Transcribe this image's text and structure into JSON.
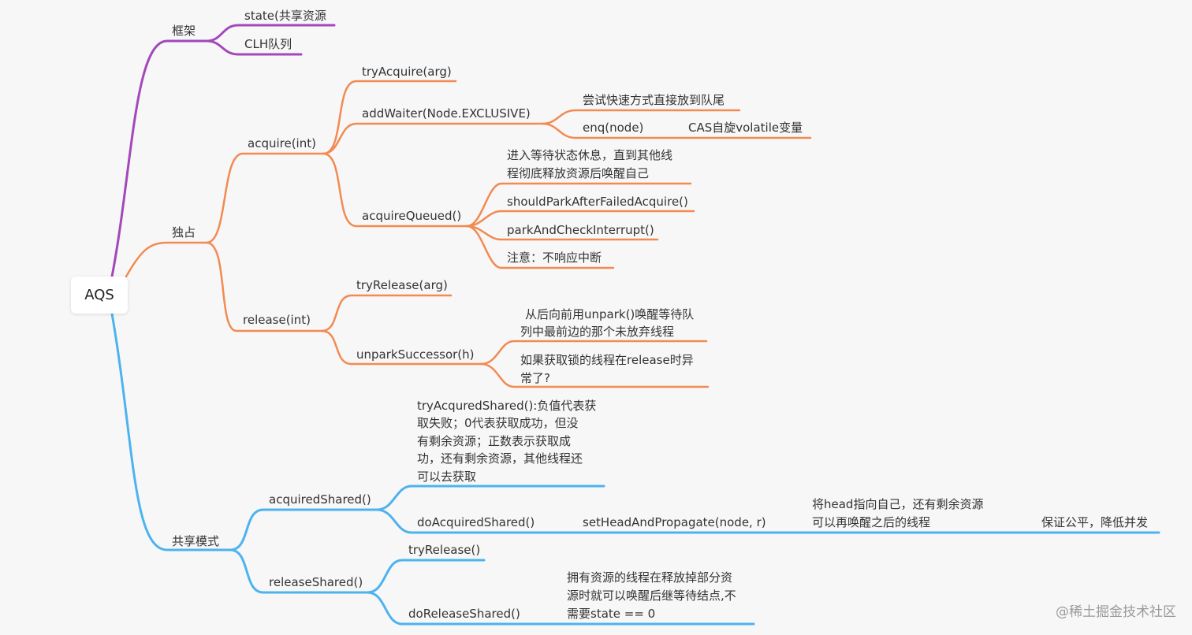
{
  "colors": {
    "frame": "#a347bb",
    "exclusive": "#f28a52",
    "shared": "#4db3ee",
    "text": "#333333",
    "background": "#f7f7f7"
  },
  "root": {
    "label": "AQS"
  },
  "branches": {
    "frame": {
      "label": "框架",
      "children": [
        "state(共享资源",
        "CLH队列"
      ]
    },
    "exclusive": {
      "label": "独占",
      "acquire": {
        "label": "acquire(int)",
        "try_acquire": "tryAcquire(arg)",
        "add_waiter": {
          "label": "addWaiter(Node.EXCLUSIVE)",
          "fast_path": "尝试快速方式直接放到队尾",
          "enq": "enq(node)",
          "cas": "CAS自旋volatile变量"
        },
        "acquire_queued": {
          "label": "acquireQueued()",
          "wait_note_1": "进入等待状态休息，直到其他线",
          "wait_note_2": "程彻底释放资源后唤醒自己",
          "should_park": "shouldParkAfterFailedAcquire()",
          "park_check": "parkAndCheckInterrupt()",
          "note": "注意：不响应中断"
        }
      },
      "release": {
        "label": "release(int)",
        "try_release": "tryRelease(arg)",
        "unpark_successor": {
          "label": "unparkSuccessor(h)",
          "note_a_1": "从后向前用unpark()唤醒等待队",
          "note_a_2": "列中最前边的那个未放弃线程",
          "note_b_1": "如果获取锁的线程在release时异",
          "note_b_2": "常了?"
        }
      }
    },
    "shared": {
      "label": "共享模式",
      "acquired_shared": {
        "label": "acquiredShared()",
        "try_note": [
          "tryAcquredShared():负值代表获",
          "取失败；0代表获取成功，但没",
          "有剩余资源；正数表示获取成",
          "功，还有剩余资源，其他线程还",
          "可以去获取"
        ],
        "do_acquired": {
          "label": "doAcquiredShared()",
          "set_head": "setHeadAndPropagate(node, r)",
          "set_head_note_1": "将head指向自己，还有剩余资源",
          "set_head_note_2": "可以再唤醒之后的线程",
          "fairness": "保证公平，降低并发"
        }
      },
      "release_shared": {
        "label": "releaseShared()",
        "try_release": "tryRelease()",
        "do_release": {
          "label": "doReleaseShared()",
          "note": [
            "拥有资源的线程在释放掉部分资",
            "源时就可以唤醒后继等待结点,不",
            "需要state == 0"
          ]
        }
      }
    }
  },
  "watermark": "@稀土掘金技术社区"
}
